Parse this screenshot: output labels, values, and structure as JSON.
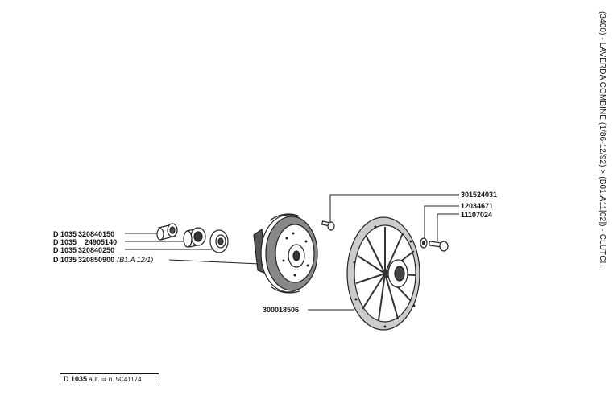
{
  "side_title": "(3400) - LAVERDA COMBINE (1/86-12/92) > (B01.A11[02]) - CLUTCH",
  "left_parts": [
    {
      "prefix": "D 1035",
      "code": "320840150",
      "ref": ""
    },
    {
      "prefix": "D 1035",
      "code": "24905140",
      "ref": ""
    },
    {
      "prefix": "D 1035",
      "code": "320840250",
      "ref": ""
    },
    {
      "prefix": "D 1035",
      "code": "320850900",
      "ref": "(B1.A 12/1)"
    }
  ],
  "right_parts": [
    "301524031",
    "12034671",
    "11107024"
  ],
  "bottom_part": "300018506",
  "footer": {
    "model": "D 1035",
    "note": "aut. ⇒ n. 5C41174"
  }
}
